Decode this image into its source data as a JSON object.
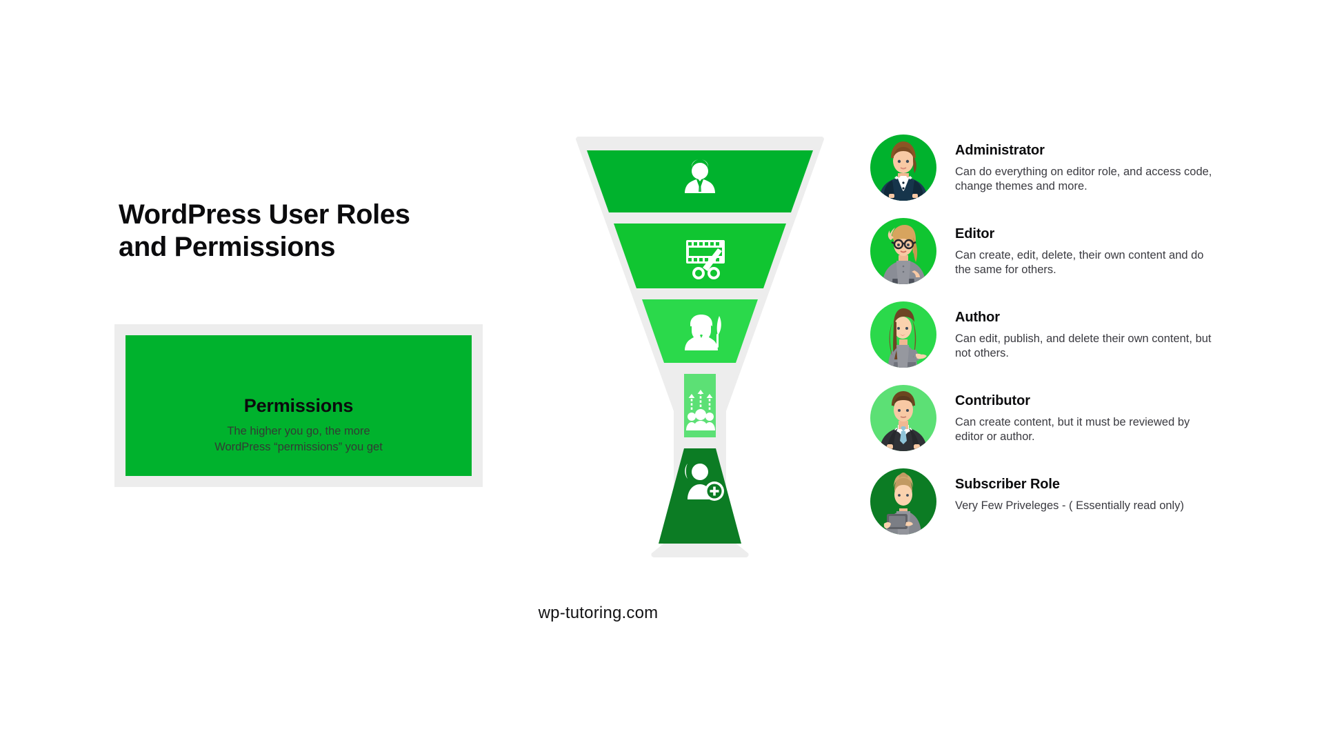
{
  "page": {
    "title_line1": "WordPress User Roles",
    "title_line2": "and Permissions",
    "title_full": "WordPress User Roles\nand Permissions",
    "footer_url": "wp-tutoring.com",
    "background": "#ffffff"
  },
  "permissions_card": {
    "heading": "Permissions",
    "subtext": "The higher you go, the more\nWordPress “permissions” you get",
    "fill_color": "#00b22d",
    "frame_color": "#ededed",
    "heading_color": "#0b0b0d"
  },
  "funnel": {
    "outline_color": "#ededed",
    "segments": [
      {
        "id": "administrator",
        "icon": "business-person-icon",
        "color": "#00b22d",
        "order": 1
      },
      {
        "id": "editor",
        "icon": "film-strip-edit-icon",
        "color": "#10c531",
        "order": 2
      },
      {
        "id": "author",
        "icon": "person-quill-icon",
        "color": "#2bd94b",
        "order": 3
      },
      {
        "id": "contributor",
        "icon": "people-up-arrows-icon",
        "color": "#5ce075",
        "order": 4
      },
      {
        "id": "subscriber",
        "icon": "add-user-icon",
        "color": "#0c7c24",
        "order": 5
      }
    ]
  },
  "roles": [
    {
      "name": "Administrator",
      "description": "Can do everything on editor role, and access code, change themes and more.",
      "avatar": "avatar-woman-navy-suit",
      "avatar_bg": "#00b22d"
    },
    {
      "name": "Editor",
      "description": "Can create, edit, delete, their own content and do the same for others.",
      "avatar": "avatar-woman-glasses-grey-shirt",
      "avatar_bg": "#10c531"
    },
    {
      "name": "Author",
      "description": "Can edit, publish, and delete their own content, but not others.",
      "avatar": "avatar-woman-pointing-grey-dress",
      "avatar_bg": "#2bd94b"
    },
    {
      "name": "Contributor",
      "description": "Can create content, but it must be reviewed by editor or author.",
      "avatar": "avatar-man-dark-suit-blue-tie",
      "avatar_bg": "#5ce075"
    },
    {
      "name": "Subscriber Role",
      "description": "Very Few Priveleges - ( Essentially read only)",
      "avatar": "avatar-woman-tablet-grey-dress",
      "avatar_bg": "#0c7c24"
    }
  ],
  "colors": {
    "brand_green": "#00b22d",
    "green_2": "#10c531",
    "green_3": "#2bd94b",
    "green_4": "#5ce075",
    "green_dark": "#0c7c24",
    "frame_grey": "#ededed",
    "text_dark": "#0b0b0d",
    "text_body": "#3a3a40"
  }
}
